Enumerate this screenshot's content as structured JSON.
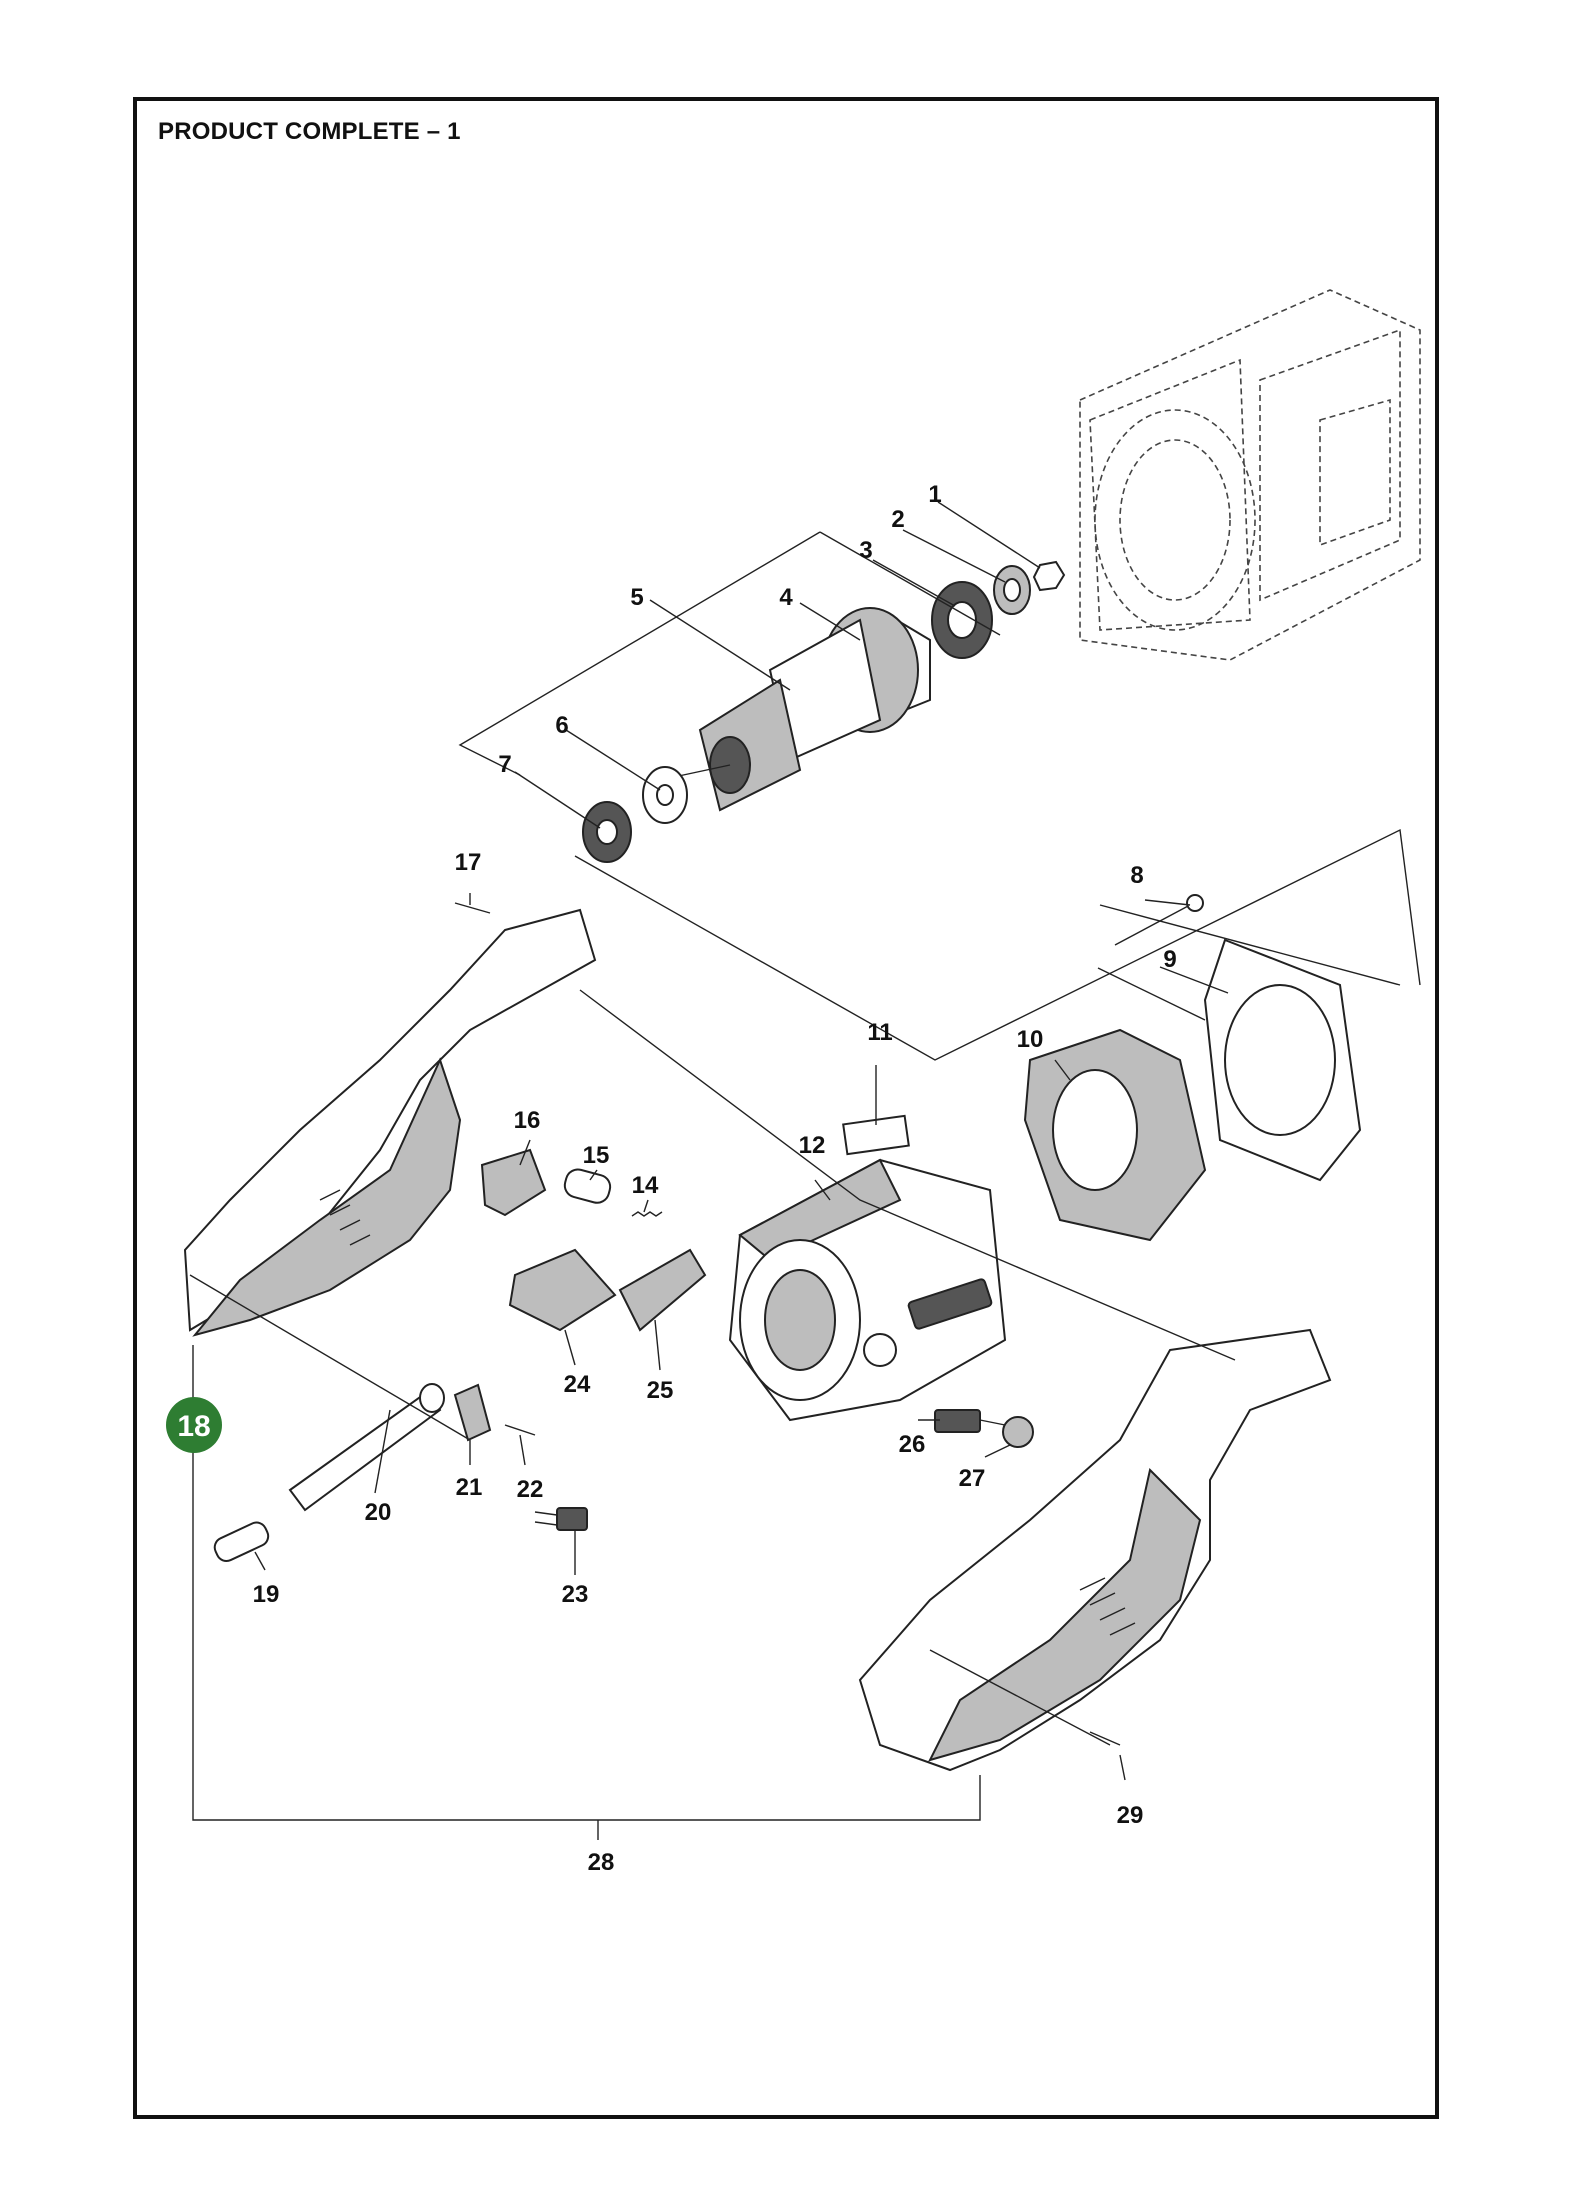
{
  "title": "PRODUCT COMPLETE – 1",
  "highlight_color": "#2e7d32",
  "highlighted_part": "18",
  "parts": [
    {
      "id": "p1",
      "label": "1"
    },
    {
      "id": "p2",
      "label": "2"
    },
    {
      "id": "p3",
      "label": "3"
    },
    {
      "id": "p4",
      "label": "4"
    },
    {
      "id": "p5",
      "label": "5"
    },
    {
      "id": "p6",
      "label": "6"
    },
    {
      "id": "p7",
      "label": "7"
    },
    {
      "id": "p8",
      "label": "8"
    },
    {
      "id": "p9",
      "label": "9"
    },
    {
      "id": "p10",
      "label": "10"
    },
    {
      "id": "p11",
      "label": "11"
    },
    {
      "id": "p12",
      "label": "12"
    },
    {
      "id": "p14",
      "label": "14"
    },
    {
      "id": "p15",
      "label": "15"
    },
    {
      "id": "p16",
      "label": "16"
    },
    {
      "id": "p17",
      "label": "17"
    },
    {
      "id": "p19",
      "label": "19"
    },
    {
      "id": "p20",
      "label": "20"
    },
    {
      "id": "p21",
      "label": "21"
    },
    {
      "id": "p22",
      "label": "22"
    },
    {
      "id": "p23",
      "label": "23"
    },
    {
      "id": "p24",
      "label": "24"
    },
    {
      "id": "p25",
      "label": "25"
    },
    {
      "id": "p26",
      "label": "26"
    },
    {
      "id": "p27",
      "label": "27"
    },
    {
      "id": "p28",
      "label": "28"
    },
    {
      "id": "p29",
      "label": "29"
    }
  ]
}
